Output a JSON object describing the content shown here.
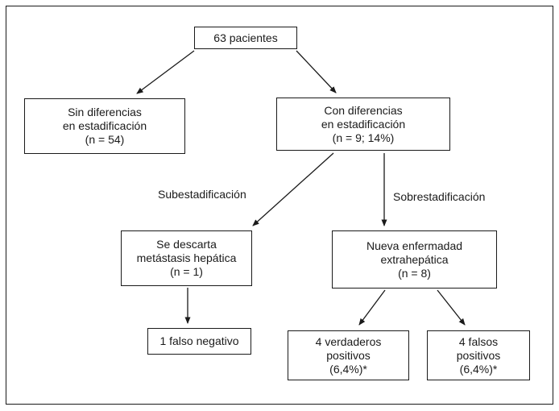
{
  "figure": {
    "nodes": {
      "patients": {
        "lines": [
          "63 pacientes"
        ]
      },
      "no_differences": {
        "lines": [
          "Sin diferencias",
          "en estadificación",
          "(n = 54)"
        ]
      },
      "with_differences": {
        "lines": [
          "Con diferencias",
          "en estadificación",
          "(n = 9; 14%)"
        ]
      },
      "ruled_out_metastasis": {
        "lines": [
          "Se descarta",
          "metástasis hepática",
          "(n = 1)"
        ]
      },
      "new_extrahepatic_disease": {
        "lines": [
          "Nueva enfermadad",
          "extrahepática",
          "(n = 8)"
        ]
      },
      "false_negative": {
        "lines": [
          "1 falso negativo"
        ]
      },
      "true_positives": {
        "lines": [
          "4 verdaderos",
          "positivos",
          "(6,4%)*"
        ]
      },
      "false_positives": {
        "lines": [
          "4 falsos",
          "positivos",
          "(6,4%)*"
        ]
      }
    },
    "edge_labels": {
      "understaging": "Subestadificación",
      "overstaging": "Sobrestadificación"
    },
    "colors": {
      "line": "#1a1a1a",
      "text": "#1a1a1a",
      "background": "#ffffff"
    }
  }
}
